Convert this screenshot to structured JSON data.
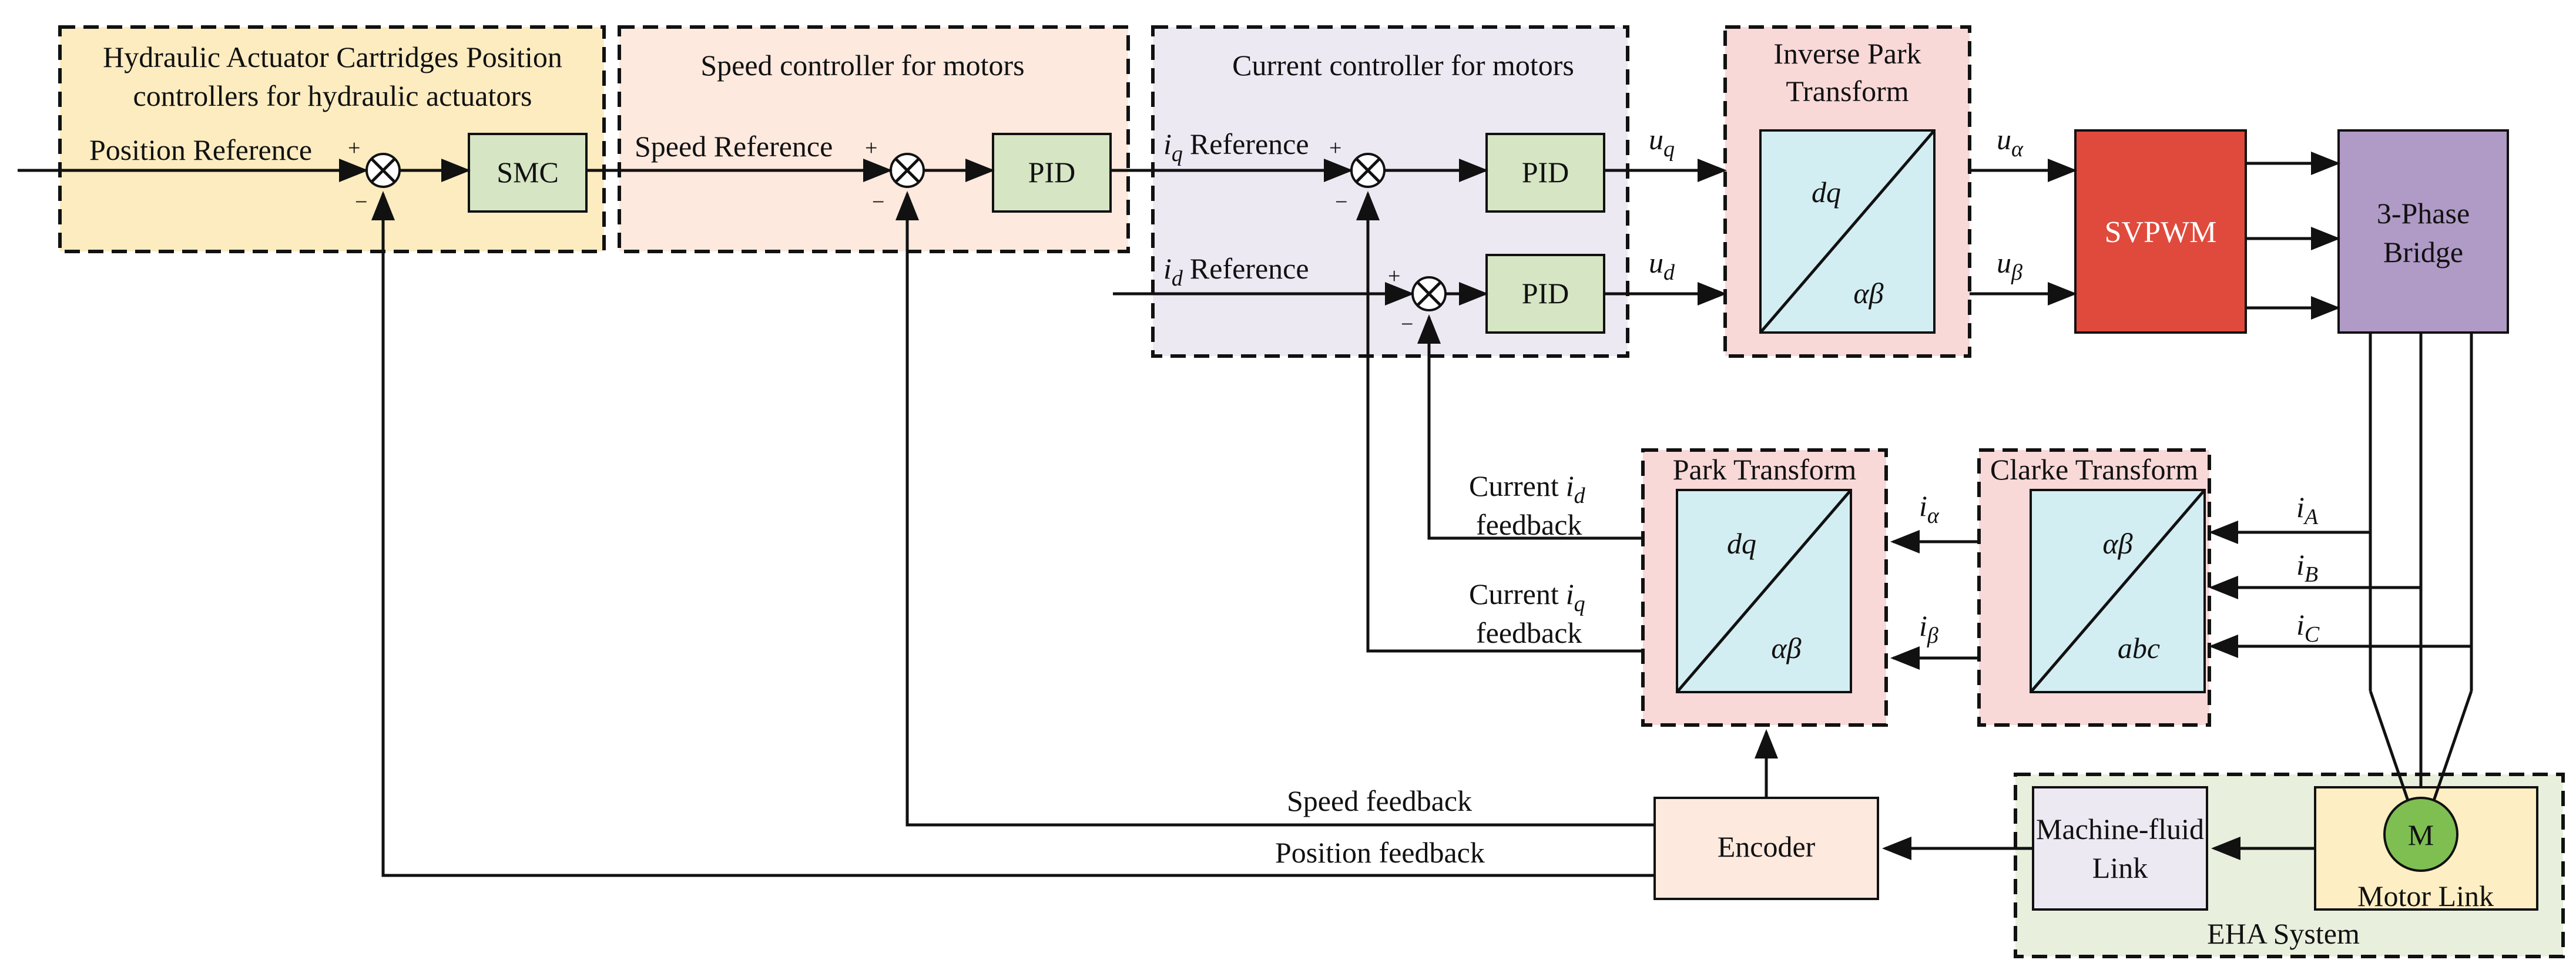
{
  "colors": {
    "position_ctrl": "#fcecc0",
    "speed_ctrl": "#fde9de",
    "current_ctrl": "#ece9f3",
    "transform": "#f9d8d8",
    "eha": "#e8f0dd",
    "pid": "#d6e5c3",
    "smc": "#d6e5c3",
    "transform_inner": "#d3eef2",
    "svpwm": "#e04a3c",
    "bridge": "#b09ac6",
    "encoder": "#fde9de",
    "mf_link": "#ece9f3",
    "motor_link": "#fdefc3",
    "motor": "#7fbf52"
  },
  "groups": {
    "position": "Hydraulic Actuator Cartridges Position controllers for hydraulic actuators",
    "position_line1": "Hydraulic Actuator Cartridges Position",
    "position_line2": "controllers for hydraulic actuators",
    "speed": "Speed controller for motors",
    "current": "Current controller for motors",
    "inverse_park": "Inverse Park Transform",
    "inverse_park_line1": "Inverse Park",
    "inverse_park_line2": "Transform",
    "park": "Park Transform",
    "clarke": "Clarke Transform",
    "eha": "EHA System"
  },
  "blocks": {
    "smc": "SMC",
    "pid_speed": "PID",
    "pid_iq": "PID",
    "pid_id": "PID",
    "svpwm": "SVPWM",
    "bridge": "3-Phase Bridge",
    "bridge_line1": "3-Phase",
    "bridge_line2": "Bridge",
    "encoder": "Encoder",
    "mf_link": "Machine-fluid Link",
    "mf_link_line1": "Machine-fluid",
    "mf_link_line2": "Link",
    "motor_link": "Motor Link",
    "motor": "M"
  },
  "transforms": {
    "inverse_park_top": "dq",
    "inverse_park_bottom": "αβ",
    "park_top": "dq",
    "park_bottom": "αβ",
    "clarke_top": "αβ",
    "clarke_bottom": "abc"
  },
  "signals": {
    "position_ref": "Position Reference",
    "speed_ref": "Speed Reference",
    "iq_ref_sym": "i",
    "iq_ref_sub": "q",
    "iq_ref_text": "Reference",
    "id_ref_sym": "i",
    "id_ref_sub": "d",
    "id_ref_text": "Reference",
    "uq_sym": "u",
    "uq_sub": "q",
    "ud_sym": "u",
    "ud_sub": "d",
    "ualpha_sym": "u",
    "ualpha_sub": "α",
    "ubeta_sym": "u",
    "ubeta_sub": "β",
    "ialpha_sym": "i",
    "ialpha_sub": "α",
    "ibeta_sym": "i",
    "ibeta_sub": "β",
    "iA_sym": "i",
    "iA_sub": "A",
    "iB_sym": "i",
    "iB_sub": "B",
    "iC_sym": "i",
    "iC_sub": "C",
    "current_id_fb_1": "Current",
    "current_id_fb_sym": "i",
    "current_id_fb_sub": "d",
    "current_id_fb_2": "feedback",
    "current_iq_fb_1": "Current",
    "current_iq_fb_sym": "i",
    "current_iq_fb_sub": "q",
    "current_iq_fb_2": "feedback",
    "speed_fb": "Speed feedback",
    "position_fb": "Position feedback",
    "plus": "+",
    "minus": "−"
  }
}
